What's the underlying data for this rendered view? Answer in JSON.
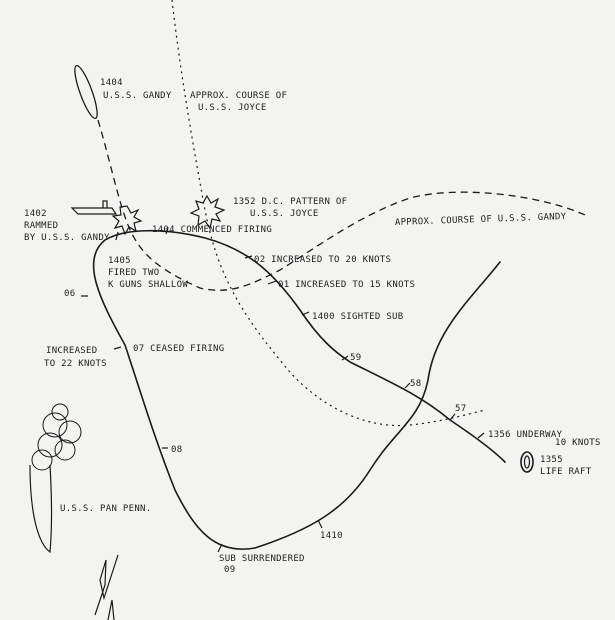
{
  "labels": {
    "gandy_1404": "1404",
    "gandy_name": "U.S.S. GANDY",
    "joyce_course_1": "APPROX. COURSE OF",
    "joyce_course_2": "U.S.S. JOYCE",
    "dc_pattern_1": "1352 D.C. PATTERN OF",
    "dc_pattern_2": "U.S.S. JOYCE",
    "rammed_time": "1402",
    "rammed_1": "RAMMED",
    "rammed_2": "BY U.S.S. GANDY",
    "commenced_firing": "1404 COMMENCED FIRING",
    "gandy_course": "APPROX. COURSE OF U.S.S. GANDY",
    "increased_20": "02 INCREASED TO 20 KNOTS",
    "increased_15": "01 INCREASED TO 15 KNOTS",
    "fired_time": "1405",
    "fired_1": "FIRED TWO",
    "fired_2": "K GUNS SHALLOW",
    "mark_06": "06",
    "sighted_sub": "1400 SIGHTED SUB",
    "ceased_firing": "07 CEASED FIRING",
    "increased_22_1": "INCREASED",
    "increased_22_2": "TO 22 KNOTS",
    "mark_59": "59",
    "mark_58": "58",
    "mark_57": "57",
    "underway_1": "1356 UNDERWAY",
    "underway_2": "10 KNOTS",
    "raft_time": "1355",
    "raft_label": "LIFE RAFT",
    "mark_08": "08",
    "pan_penn": "U.S.S. PAN PENN.",
    "sub_surrendered": "SUB SURRENDERED",
    "mark_09": "09",
    "mark_1410": "1410"
  }
}
